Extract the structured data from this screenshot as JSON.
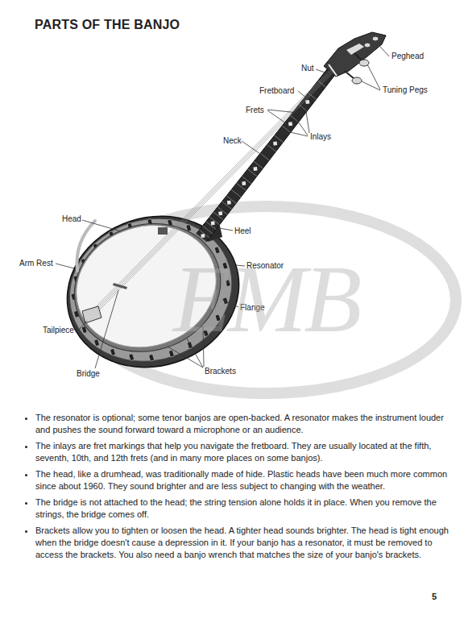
{
  "diagram": {
    "title": "PARTS OF THE BANJO",
    "labels": [
      "Peghead",
      "Nut",
      "Tuning Pegs",
      "Fretboard",
      "Frets",
      "Inlays",
      "Neck",
      "Head",
      "Heel",
      "Arm Rest",
      "Resonator",
      "Flange",
      "Tailpiece",
      "Bridge",
      "Brackets",
      "The resonator is optional; some tenor banjos are open-backed. A resonator makes the instrument louder and pushes the sound forward toward a microphone or an audience.",
      "The inlays are fret markings that help you navigate the fretboard. They are usually located at the fifth, seventh, 10th, and 12th frets (and in many more places on some banjos).",
      "The head, like a drumhead, was traditionally made of hide. Plastic heads have been much more common since about 1960. They sound brighter and are less subject to changing with the weather.",
      "The bridge is not attached to the head; the string tension alone holds it in place. When you remove the strings, the bridge comes off.",
      "Brackets allow you to tighten or loosen the head. A tighter head sounds brighter. The head is tight enough when the bridge doesn't cause a depression in it. If your banjo has a resonator, it must be removed to access the brackets. You also need a banjo wrench that matches the size of your banjo's brackets.",
      "5",
      "EMB"
    ]
  }
}
